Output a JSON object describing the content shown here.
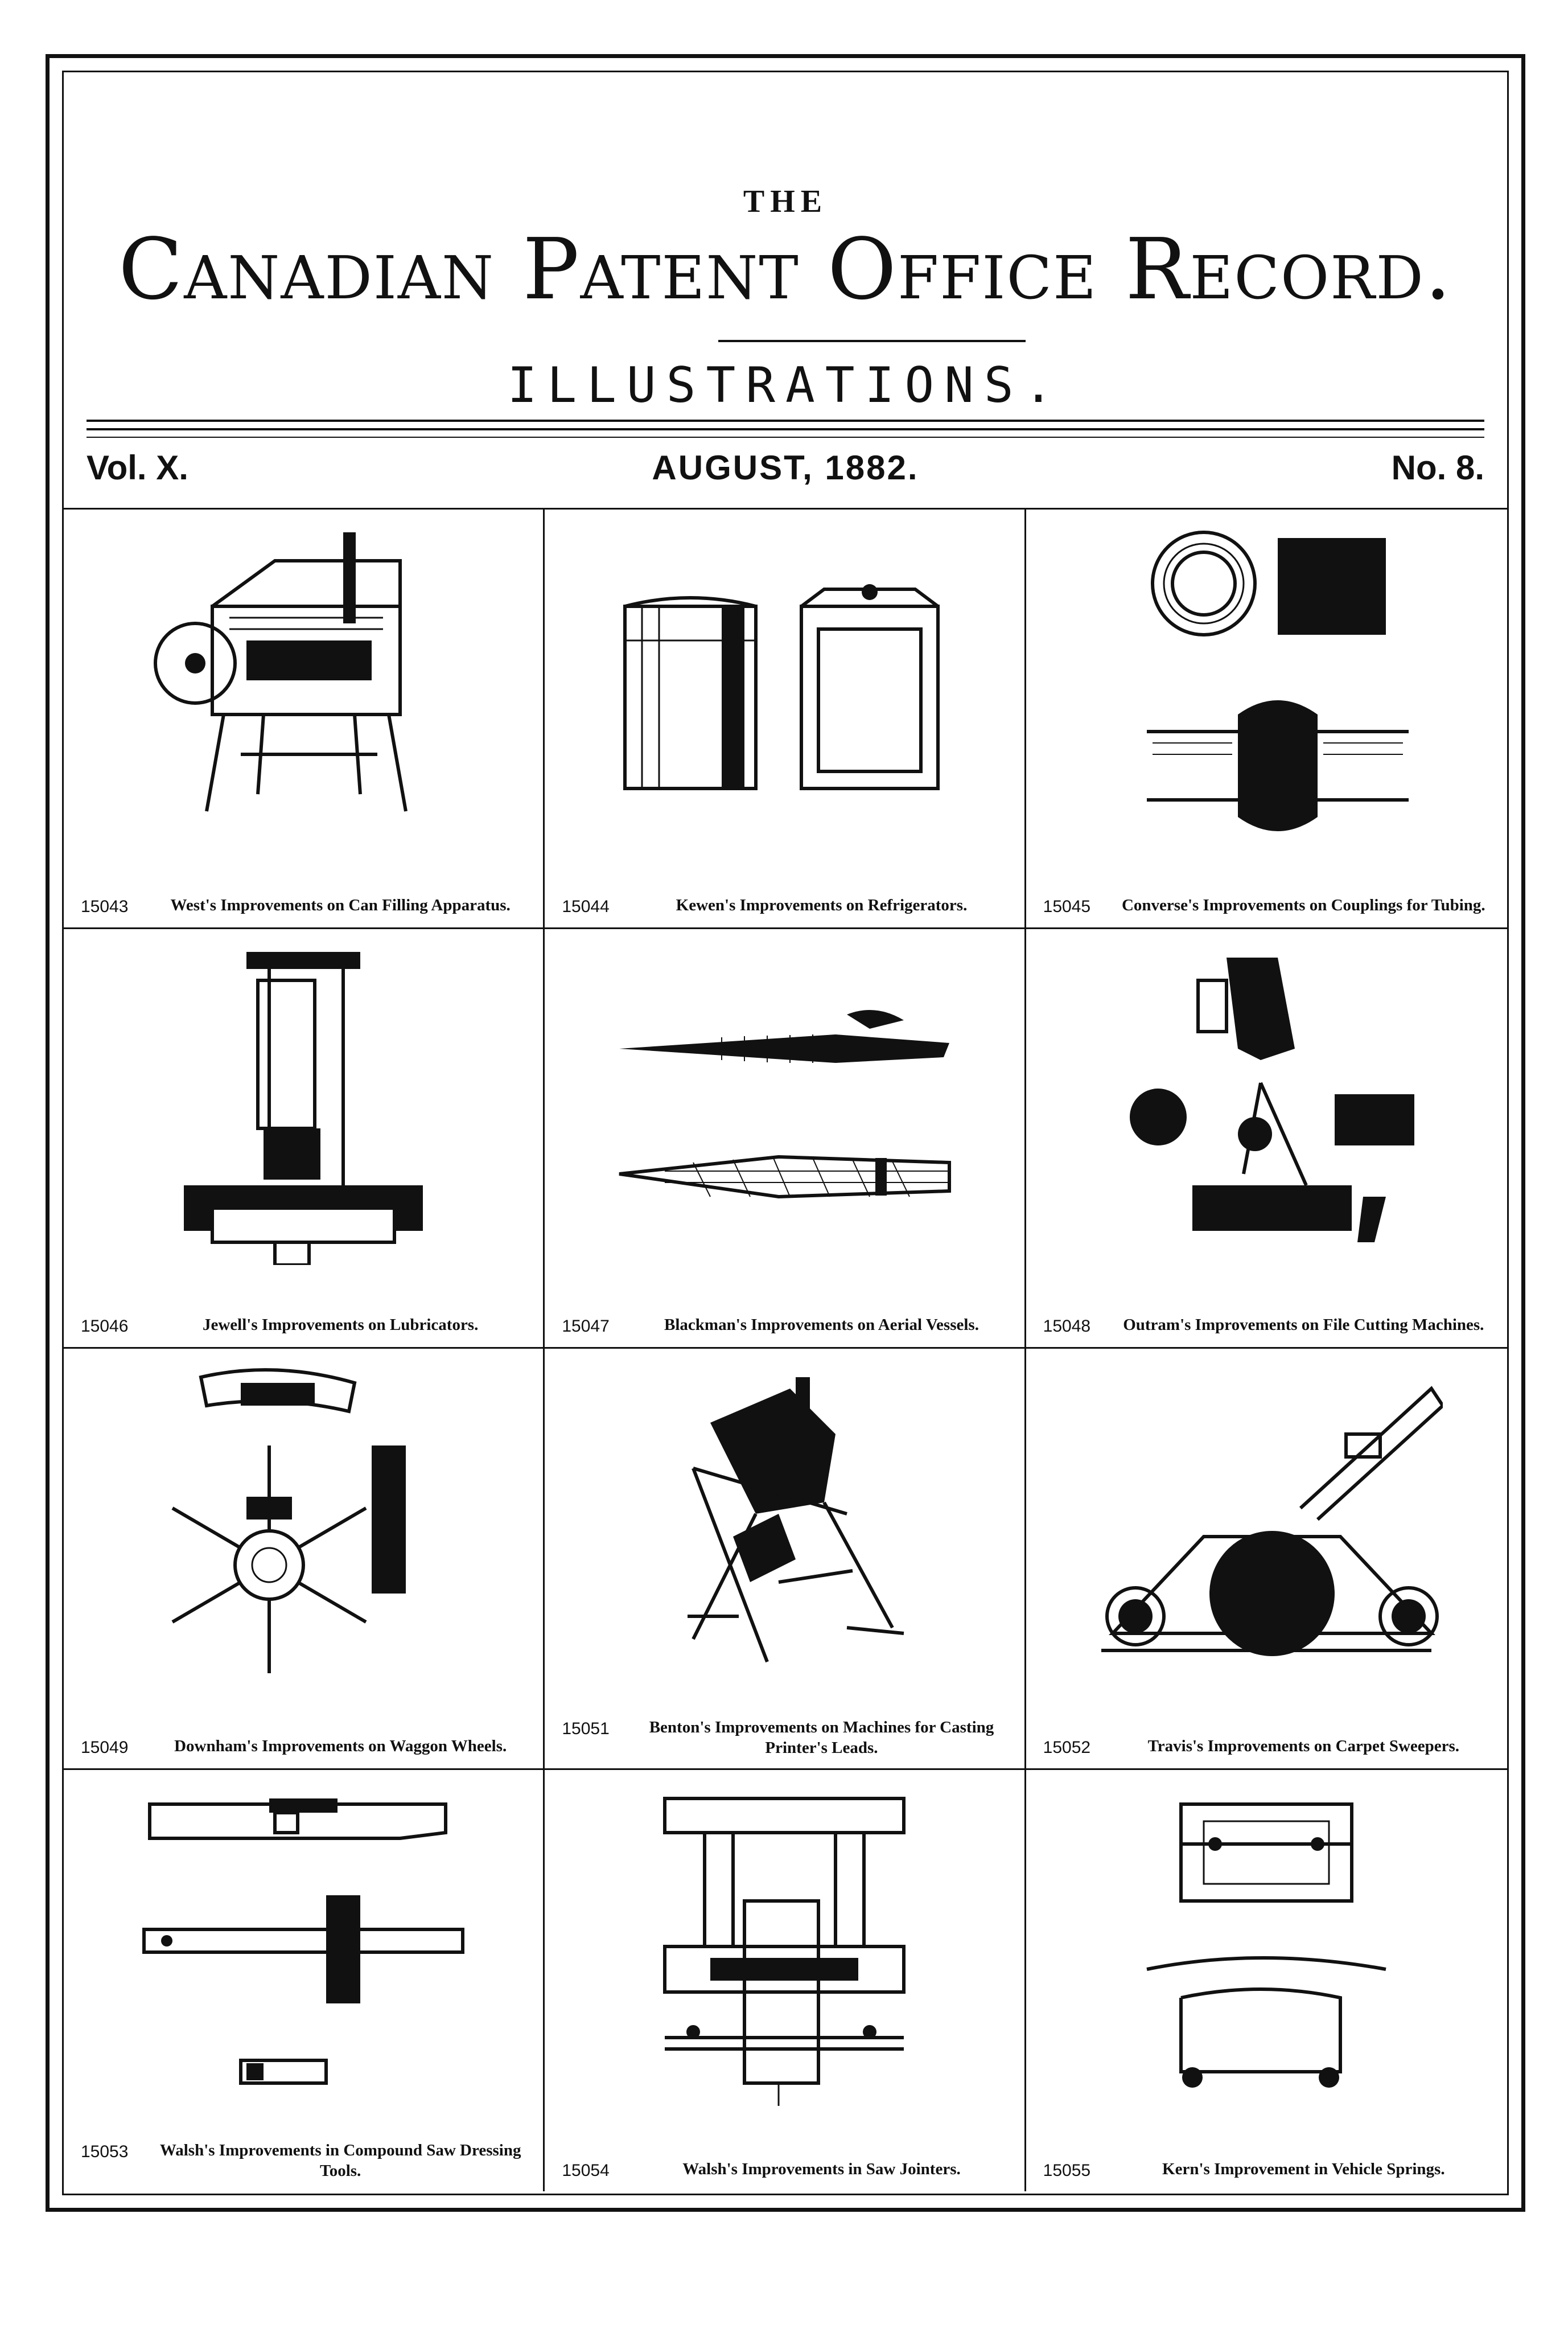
{
  "masthead": {
    "the": "THE",
    "title": "Canadian Patent Office Record.",
    "subtitle": "ILLUSTRATIONS."
  },
  "issue": {
    "volume": "Vol. X.",
    "date": "AUGUST, 1882.",
    "number": "No. 8."
  },
  "figures": [
    {
      "number": "15043",
      "caption": "West's Improvements on Can Filling Apparatus.",
      "icon": "can-filling-machine"
    },
    {
      "number": "15044",
      "caption": "Kewen's Improvements on Refrigerators.",
      "icon": "refrigerator"
    },
    {
      "number": "15045",
      "caption": "Converse's Improvements on Couplings for Tubing.",
      "icon": "tube-coupling"
    },
    {
      "number": "15046",
      "caption": "Jewell's Improvements on Lubricators.",
      "icon": "lubricator"
    },
    {
      "number": "15047",
      "caption": "Blackman's Improvements on Aerial Vessels.",
      "icon": "aerial-vessel"
    },
    {
      "number": "15048",
      "caption": "Outram's Improvements on File Cutting Machines.",
      "icon": "file-cutting-machine"
    },
    {
      "number": "15049",
      "caption": "Downham's Improvements on Waggon Wheels.",
      "icon": "waggon-wheel"
    },
    {
      "number": "15051",
      "caption": "Benton's Improvements on Machines for Casting Printer's Leads.",
      "icon": "casting-machine"
    },
    {
      "number": "15052",
      "caption": "Travis's Improvements on Carpet Sweepers.",
      "icon": "carpet-sweeper"
    },
    {
      "number": "15053",
      "caption": "Walsh's Improvements in Compound Saw Dressing Tools.",
      "icon": "saw-dressing-tool"
    },
    {
      "number": "15054",
      "caption": "Walsh's Improvements in Saw Jointers.",
      "icon": "saw-jointer"
    },
    {
      "number": "15055",
      "caption": "Kern's Improvement in Vehicle Springs.",
      "icon": "vehicle-spring"
    }
  ]
}
